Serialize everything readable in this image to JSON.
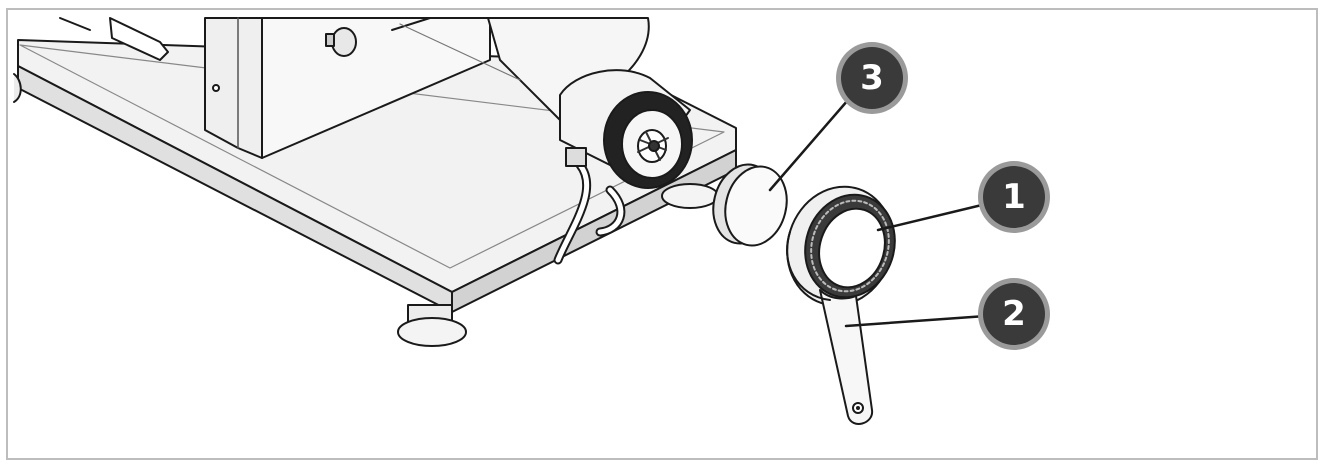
{
  "figure": {
    "callouts": [
      {
        "id": "callout-1",
        "label": "1"
      },
      {
        "id": "callout-2",
        "label": "2"
      },
      {
        "id": "callout-3",
        "label": "3"
      }
    ],
    "colors": {
      "outline": "#1a1a1a",
      "fill": "#ffffff",
      "shade": "#e6e6e6",
      "dark": "#2b2b2b",
      "badge": "#3a3a3a",
      "badge_ring": "#9a9a9a",
      "frame": "#bdbdbd"
    }
  }
}
